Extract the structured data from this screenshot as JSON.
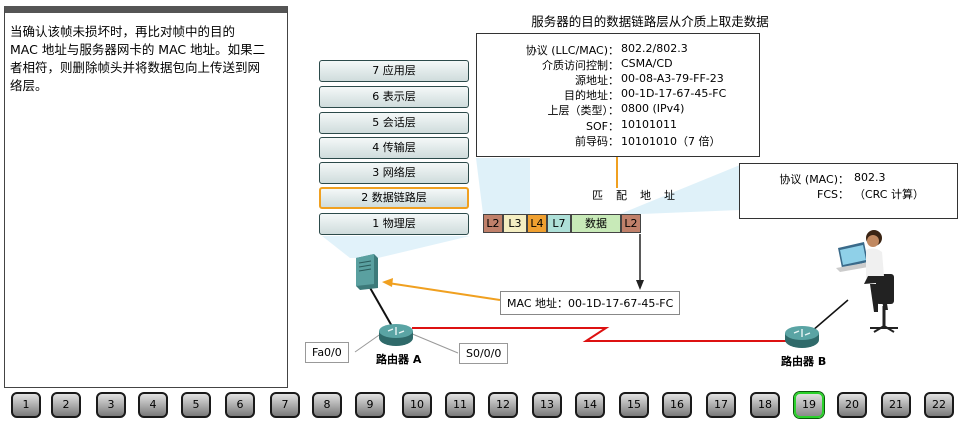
{
  "narration_lines": [
    "当确认该帧未损坏时，再比对帧中的目的",
    "MAC 地址与服务器网卡的 MAC 地址。如果二",
    "者相符，则删除帧头并将数据包向上传送到网",
    "络层。"
  ],
  "slide_title": "服务器的目的数据链路层从介质上取走数据",
  "osi_layers": [
    "7 应用层",
    "6 表示层",
    "5 会话层",
    "4 传输层",
    "3 网络层",
    "2 数据链路层",
    "1 物理层"
  ],
  "active_layer": "2 数据链路层",
  "frame_header_info": {
    "rows": [
      {
        "label": "协议 (LLC/MAC)：",
        "value": "802.2/802.3"
      },
      {
        "label": "介质访问控制：",
        "value": "CSMA/CD"
      },
      {
        "label": "源地址：",
        "value": "00-08-A3-79-FF-23"
      },
      {
        "label": "目的地址：",
        "value": "00-1D-17-67-45-FC"
      },
      {
        "label": "上层（类型）：",
        "value": "0800 (IPv4)"
      },
      {
        "label": "SOF：",
        "value": "10101011"
      },
      {
        "label": "前导码：",
        "value": "10101010（7 倍）"
      }
    ]
  },
  "frame_trailer_info": {
    "rows": [
      {
        "label": "协议 (MAC)：",
        "value": "802.3"
      },
      {
        "label": "FCS：",
        "value": "（CRC 计算）"
      }
    ]
  },
  "match_label": "匹配地址",
  "frame_segments": [
    {
      "label": "L2",
      "color": "#c0806a"
    },
    {
      "label": "L3",
      "color": "#f4eec2"
    },
    {
      "label": "L4",
      "color": "#f0a030"
    },
    {
      "label": "L7",
      "color": "#aee0d8"
    },
    {
      "label": "数据",
      "color": "#c8eab8"
    },
    {
      "label": "L2",
      "color": "#c0806a"
    }
  ],
  "server_mac_callout": "MAC 地址：00-1D-17-67-45-FC",
  "interfaces": {
    "fa": "Fa0/0",
    "serial": "S0/0/0"
  },
  "routers": {
    "a": "路由器 A",
    "b": "路由器 B"
  },
  "nav_pages": [
    "1",
    "2",
    "3",
    "4",
    "5",
    "6",
    "7",
    "8",
    "9",
    "10",
    "11",
    "12",
    "13",
    "14",
    "15",
    "16",
    "17",
    "18",
    "19",
    "20",
    "21",
    "22"
  ],
  "current_page": "19",
  "colors": {
    "highlight": "#f0a020",
    "serial_link": "#dd1111",
    "current_page": "#2bd12b"
  }
}
